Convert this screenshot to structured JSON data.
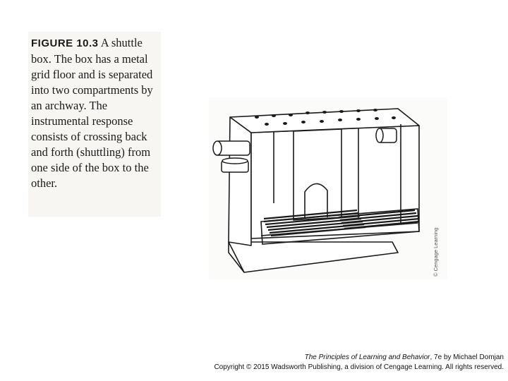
{
  "figure": {
    "label": "FIGURE 10.3",
    "caption": "A shuttle box. The box has a metal grid floor and is separated into two compartments by an archway. The instrumental response consists of crossing back and forth (shuttling) from one side of the box to the other.",
    "credit": "© Cengage Learning"
  },
  "footer": {
    "book_title": "The Principles of Learning and Behavior",
    "edition": ", 7e by Michael Domjan",
    "copyright": "Copyright © 2015 Wadsworth Publishing, a division of Cengage Learning. All rights reserved."
  }
}
